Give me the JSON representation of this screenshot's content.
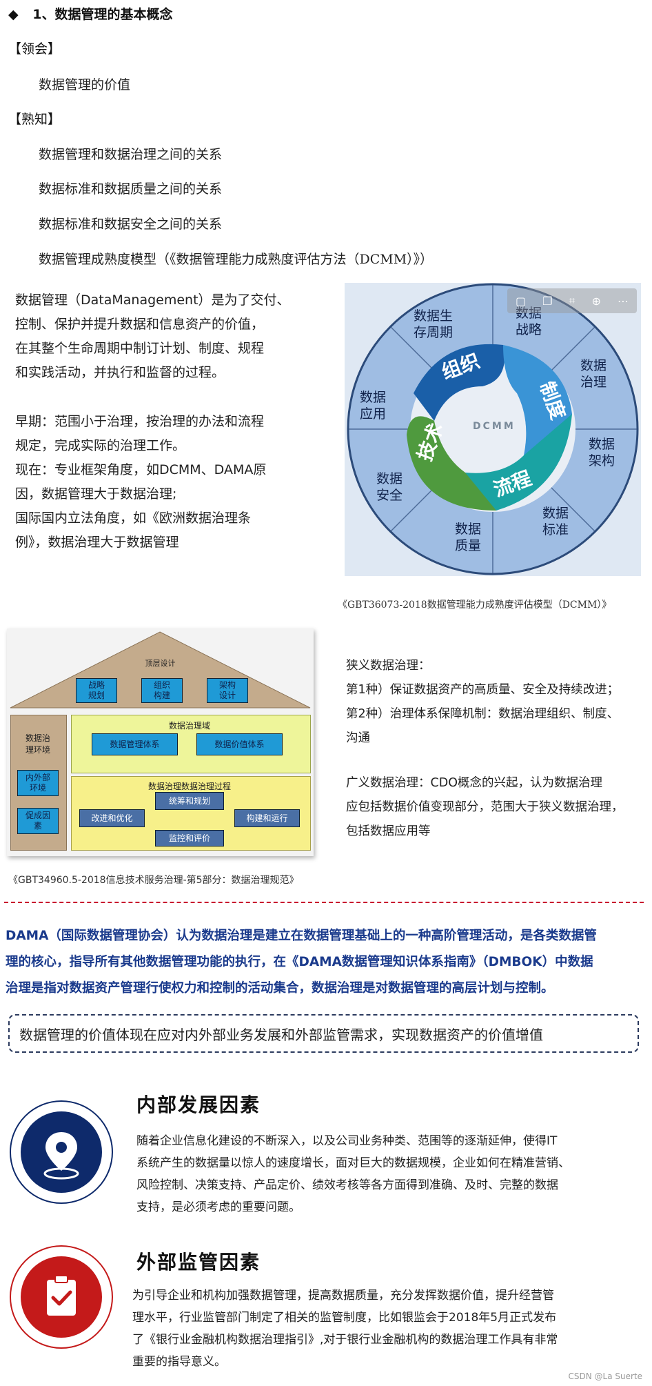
{
  "heading": {
    "bullet": "◆",
    "title": "1、数据管理的基本概念"
  },
  "lingo": {
    "label": "【领会】",
    "items": [
      "数据管理的价值"
    ]
  },
  "shuzhi": {
    "label": "【熟知】",
    "items": [
      "数据管理和数据治理之间的关系",
      "数据标准和数据质量之间的关系",
      "数据标准和数据安全之间的关系",
      "数据管理成熟度模型（《数据管理能力成熟度评估方法（DCMM）》）"
    ]
  },
  "intro": {
    "definition_lines": [
      "数据管理（DataManagement）是为了交付、",
      "控制、保护并提升数据和信息资产的价值，",
      "在其整个生命周期中制订计划、制度、规程",
      "和实践活动，并执行和监督的过程。"
    ],
    "history_lines": [
      "早期：范围小于治理，按治理的办法和流程",
      "规定，完成实际的治理工作。",
      "现在：专业框架角度，如DCMM、DAMA原",
      "因，数据管理大于数据治理;",
      "国际国内立法角度，如《欧洲数据治理条",
      "例》，数据治理大于数据管理"
    ]
  },
  "dcmm": {
    "center": "DCMM",
    "inner": [
      "组织",
      "制度",
      "流程",
      "技术"
    ],
    "outer": [
      "数据\n战略",
      "数据\n治理",
      "数据\n架构",
      "数据\n标准",
      "数据\n质量",
      "数据\n安全",
      "数据\n应用",
      "数据生\n存周期"
    ],
    "caption": "《GBT36073-2018数据管理能力成熟度评估模型（DCMM）》"
  },
  "house": {
    "roof": "顶层设计",
    "roof_boxes": [
      "战略\n规划",
      "组织\n构建",
      "架构\n设计"
    ],
    "env": "数据治\n理环境",
    "env_boxes": [
      "内外部\n环境",
      "促成因\n素"
    ],
    "domain": "数据治理域",
    "domain_boxes": [
      "数据管理体系",
      "数据价值体系"
    ],
    "process": "数据治理数据治理过程",
    "process_boxes": [
      "统筹和规划",
      "构建和运行",
      "监控和评价",
      "改进和优化"
    ],
    "caption": "《GBT34960.5-2018信息技术服务治理-第5部分：数据治理规范》"
  },
  "narrow": {
    "lines": [
      "狭义数据治理：",
      "第1种）保证数据资产的高质量、安全及持续改进；",
      "第2种）治理体系保障机制：数据治理组织、制度、",
      "沟通"
    ],
    "broad_lines": [
      "广义数据治理：CDO概念的兴起，认为数据治理",
      "应包括数据价值变现部分，范围大于狭义数据治理，",
      "包括数据应用等"
    ]
  },
  "dama_lines": [
    "DAMA（国际数据管理协会）认为数据治理是建立在数据管理基础上的一种高阶管理活动，是各类数据管",
    "理的核心，指导所有其他数据管理功能的执行，在《DAMA数据管理知识体系指南》（DMBOK）中数据",
    "治理是指对数据资产管理行使权力和控制的活动集合，数据治理是对数据管理的高层计划与控制。"
  ],
  "value_box": "数据管理的价值体现在应对内外部业务发展和外部监管需求，实现数据资产的价值增值",
  "internal": {
    "title": "内部发展因素",
    "lines": [
      "随着企业信息化建设的不断深入，以及公司业务种类、范围等的逐渐延伸，使得IT",
      "系统产生的数据量以惊人的速度增长，面对巨大的数据规模，企业如何在精准营销、",
      "风险控制、决策支持、产品定价、绩效考核等各方面得到准确、及时、完整的数据",
      "支持，是必须考虑的重要问题。"
    ]
  },
  "external": {
    "title": "外部监管因素",
    "lines": [
      "为引导企业和机构加强数据管理，提高数据质量，充分发挥数据价值，提升经营管",
      "理水平，行业监管部门制定了相关的监管制度，比如银监会于2018年5月正式发布",
      "了《银行业金融机构数据治理指引》,对于银行业金融机构的数据治理工作具有非常",
      "重要的指导意义。"
    ]
  },
  "watermark": "CSDN @La Suerte",
  "colors": {
    "accent_blue": "#1a3a8c",
    "red_line": "#c8102e",
    "navy_icon": "#0e2a6b",
    "red_icon": "#c41a1a"
  }
}
